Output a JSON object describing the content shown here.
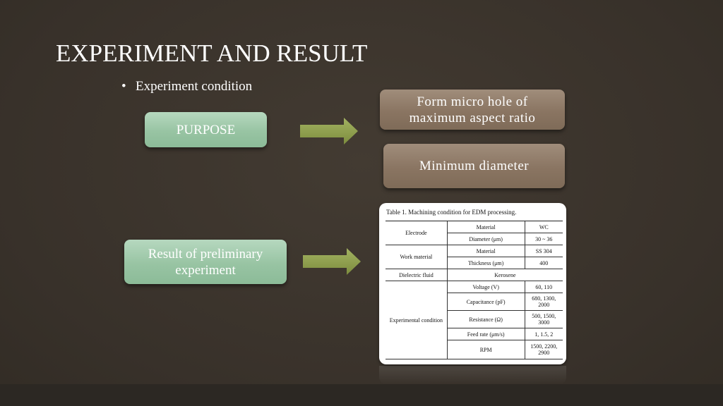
{
  "title": "EXPERIMENT AND RESULT",
  "bullet": "Experiment condition",
  "boxes": {
    "purpose": "PURPOSE",
    "result": "Result of preliminary experiment",
    "goal1": "Form micro hole of maximum aspect ratio",
    "goal2": "Minimum diameter"
  },
  "colors": {
    "background": "#3b342c",
    "green_box": "#98c4a3",
    "brown_box": "#8a7562",
    "arrow": "#8a9a4a"
  },
  "table": {
    "caption": "Table 1. Machining condition for EDM processing.",
    "electrode": "Electrode",
    "electrode_material_label": "Material",
    "electrode_material": "WC",
    "electrode_diameter_label": "Diameter (μm)",
    "electrode_diameter": "30 ~ 36",
    "work": "Work material",
    "work_material_label": "Material",
    "work_material": "SS 304",
    "work_thickness_label": "Thickness (μm)",
    "work_thickness": "400",
    "dielectric": "Dielectric fluid",
    "dielectric_value": "Kerosene",
    "experimental": "Experimental condition",
    "voltage_label": "Voltage (V)",
    "voltage": "60, 110",
    "capacitance_label": "Capacitance (pF)",
    "capacitance": "680, 1300, 2000",
    "resistance_label": "Resistance (Ω)",
    "resistance": "500, 1500, 3000",
    "feed_label": "Feed rate (μm/s)",
    "feed": "1, 1.5, 2",
    "rpm_label": "RPM",
    "rpm": "1500, 2200, 2900"
  }
}
